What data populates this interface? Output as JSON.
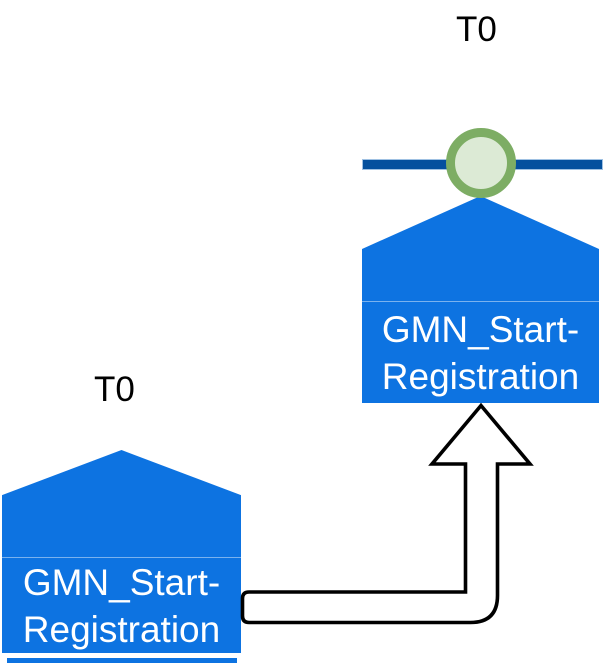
{
  "diagram": {
    "top_event": {
      "time_label": "T0",
      "node_label": "GMN_Start-Registration",
      "node_label_lines": [
        "GMN_Start-",
        "Registration"
      ]
    },
    "bottom_event": {
      "time_label": "T0",
      "node_label": "GMN_Start-Registration",
      "node_label_lines": [
        "GMN_Start-",
        "Registration"
      ]
    },
    "colors": {
      "node_blue": "#0d73e1",
      "node_text": "#ffffff",
      "node_divider": "rgba(255,255,255,0.45)",
      "timeline_blue": "#04509e",
      "timeline_edge": "#9fc1e3",
      "milestone_ring_green": "#7dad64",
      "milestone_fill_green": "#dcead5",
      "arrow_fill": "#ffffff",
      "arrow_outline": "#000000",
      "time_label_color": "#000000"
    }
  }
}
